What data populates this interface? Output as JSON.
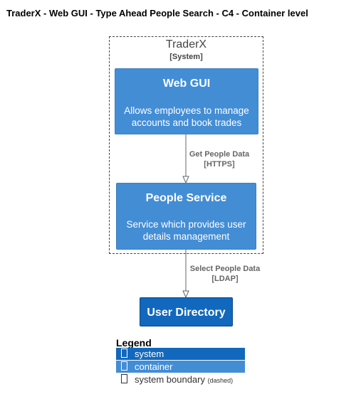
{
  "title": "TraderX - Web GUI - Type Ahead People Search - C4 - Container level",
  "boundary": {
    "name": "TraderX",
    "type": "[System]"
  },
  "nodes": {
    "webgui": {
      "name": "Web GUI",
      "desc_line1": "Allows employees to manage",
      "desc_line2": "accounts and book trades"
    },
    "people": {
      "name": "People Service",
      "desc_line1": "Service which provides user",
      "desc_line2": "details management"
    },
    "userdir": {
      "name": "User Directory"
    }
  },
  "relations": [
    {
      "label": "Get People Data",
      "tech": "[HTTPS]"
    },
    {
      "label": "Select People Data",
      "tech": "[LDAP]"
    }
  ],
  "legend": {
    "title": "Legend",
    "system": "system",
    "container": "container",
    "boundary": "system boundary",
    "boundary_note": "(dashed)"
  },
  "colors": {
    "container": "#438dd5",
    "system": "#1168bd",
    "line": "#666666"
  }
}
